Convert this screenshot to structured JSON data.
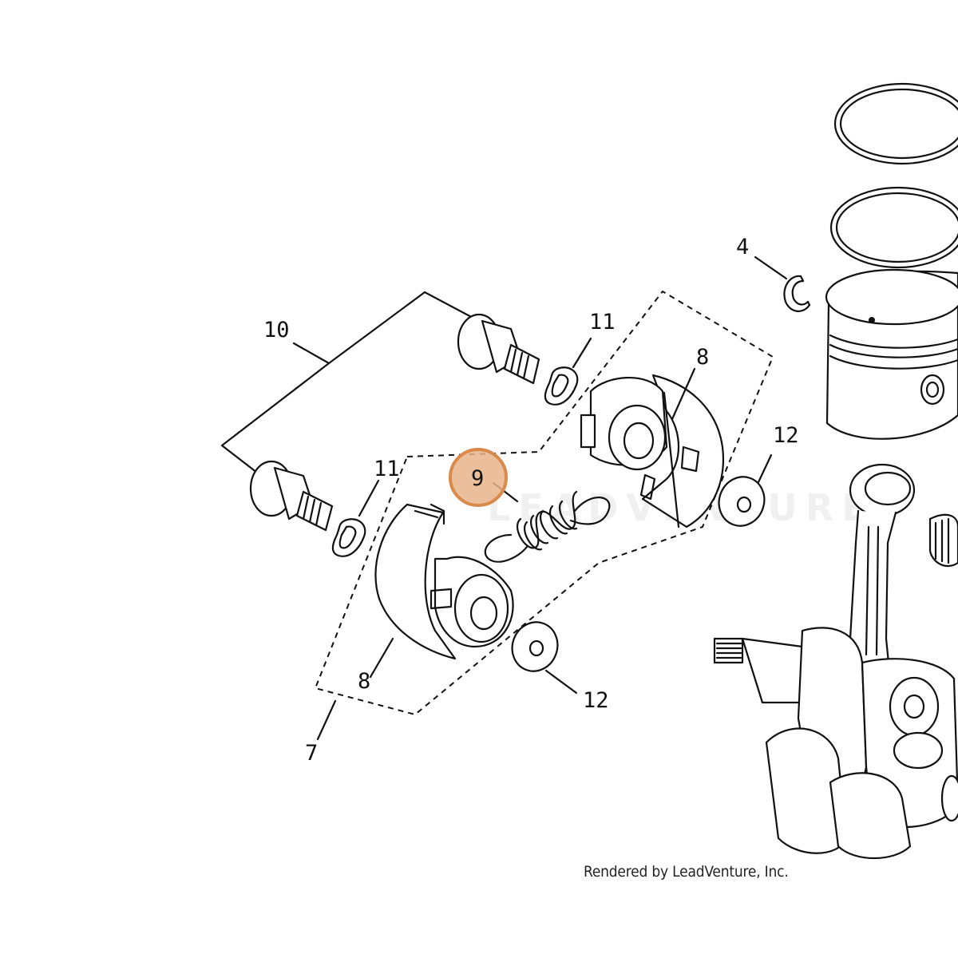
{
  "callouts": {
    "retaining_ring": "4",
    "clutch_assembly": "7",
    "clutch_shoe_left": "8",
    "clutch_shoe_right": "8",
    "clutch_spring": "9",
    "shoulder_bolt": "10",
    "clip_upper": "11",
    "clip_lower": "11",
    "washer_right": "12",
    "washer_lower": "12"
  },
  "highlight": {
    "callout": "9",
    "color": "#d98a4a",
    "fill_color": "#e8b48a"
  },
  "credit": "Rendered by LeadVenture, Inc.",
  "watermark": "LEADVENTURE"
}
